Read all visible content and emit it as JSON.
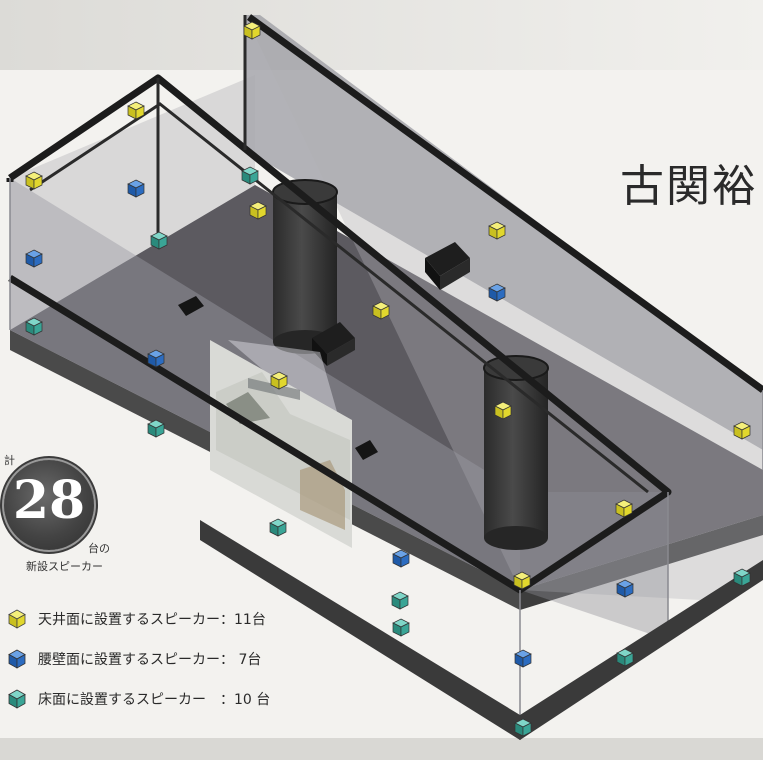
{
  "title": "古関裕",
  "colors": {
    "ceiling": "#e8e13a",
    "waist": "#2f6fc4",
    "floor": "#3fb0a0"
  },
  "icons": {
    "speaker": "cube-icon"
  },
  "summary": {
    "prefix": "計",
    "total": "28",
    "suffix": "台の",
    "caption": "新設スピーカー"
  },
  "legend": [
    {
      "label": "天井面に設置するスピーカー：11台",
      "color": "ceiling"
    },
    {
      "label": "腰壁面に設置するスピーカー：  7台",
      "color": "waist"
    },
    {
      "label": "床面に設置するスピーカー　：10 台",
      "color": "floor"
    }
  ]
}
